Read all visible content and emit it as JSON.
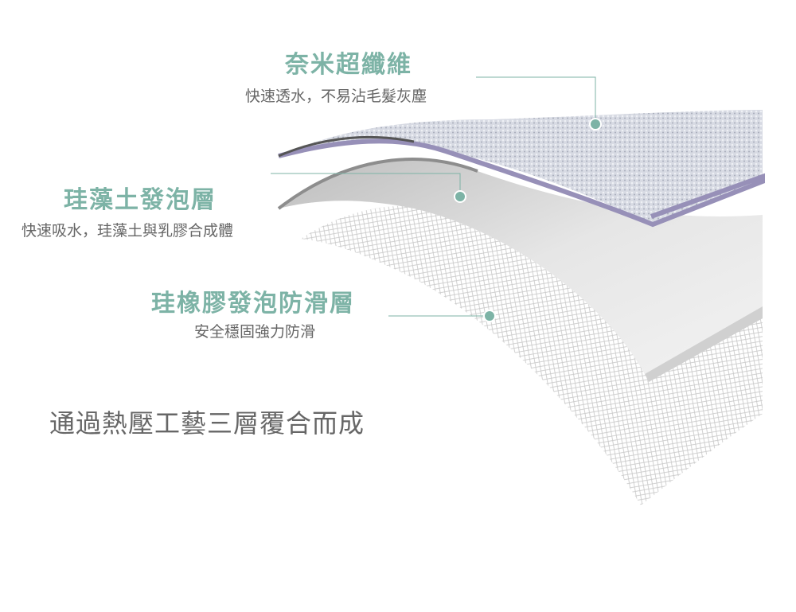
{
  "accent_color": "#7db3a6",
  "layers": [
    {
      "title": "奈米超纖維",
      "description": "快速透水，不易沾毛髮灰塵"
    },
    {
      "title": "珪藻土發泡層",
      "description": "快速吸水，珪藻土與乳膠合成體"
    },
    {
      "title": "珪橡膠發泡防滑層",
      "description": "安全穩固強力防滑"
    }
  ],
  "summary": "通過熱壓工藝三層覆合而成"
}
